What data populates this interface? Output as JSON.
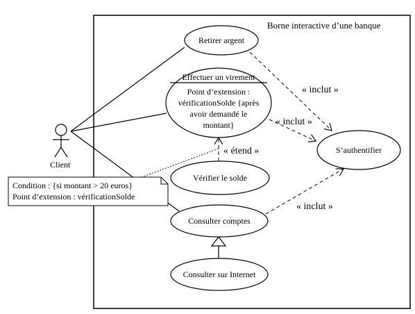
{
  "system": {
    "title": "Borne interactive d’une banque"
  },
  "actor": {
    "label": "Client"
  },
  "use_cases": {
    "retirer": "Retirer argent",
    "virement": {
      "name": "Effectuer un virement",
      "ext_lines": [
        "Point d’extension :",
        "vérificationSolde {après",
        "avoir demandé le",
        "montant}"
      ]
    },
    "authentifier": "S’authentifier",
    "verifier": "Vérifier le solde",
    "consulter": "Consulter comptes",
    "internet": "Consulter sur Internet"
  },
  "relations": {
    "inclut1": "« inclut »",
    "inclut2": "« inclut »",
    "inclut3": "« inclut »",
    "etend": "« étend »"
  },
  "note": {
    "line1": "Condition : {si montant > 20 euros}",
    "line2": "Point d’extension : vérificationSolde"
  }
}
